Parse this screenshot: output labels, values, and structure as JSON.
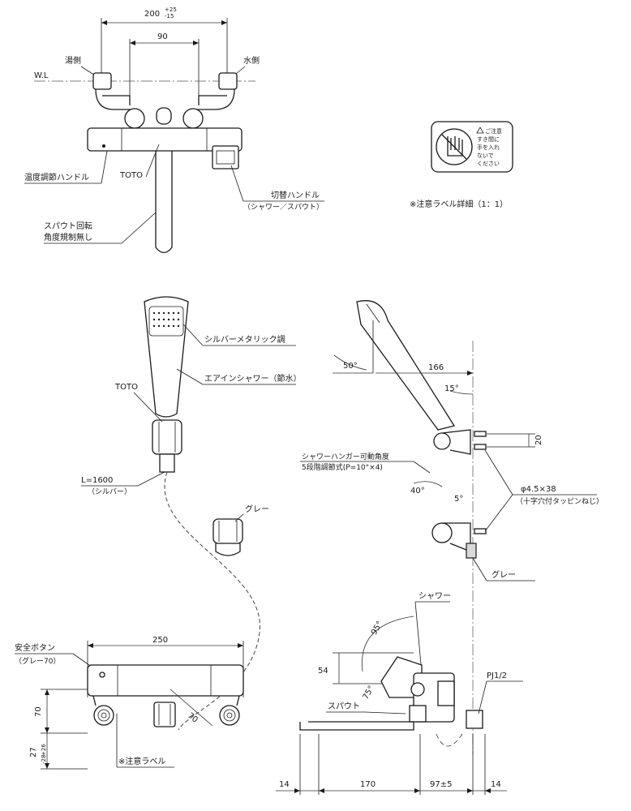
{
  "top_view": {
    "dim_overall": "200",
    "dim_overall_tol_plus": "+25",
    "dim_overall_tol_minus": "-15",
    "dim_center": "90",
    "water_level": "W.L",
    "hot_side": "湯側",
    "cold_side": "水側",
    "temp_handle": "温度調節ハンドル",
    "brand": "TOTO",
    "switch_handle": "切替ハンドル",
    "switch_handle_sub": "（シャワー／スパウト）",
    "spout_rotation_1": "スパウト回転",
    "spout_rotation_2": "角度規制無し"
  },
  "caution_label": {
    "text_lines": [
      "ご注意",
      "すき間に",
      "手を入れ",
      "ないで",
      "ください"
    ],
    "caption": "※注意ラベル詳細（1：1）"
  },
  "shower_head": {
    "finish": "シルバーメタリック調",
    "type": "エアインシャワー（節水）",
    "brand": "TOTO",
    "hose_length": "L=1600",
    "hose_color": "（シルバー）",
    "holder_color": "グレー"
  },
  "side_view": {
    "head_angle": "50°",
    "dim_166": "166",
    "angle_15": "15°",
    "dim_20": "20",
    "hanger_label_1": "シャワーハンガー可動角度",
    "hanger_label_2": "5段階調節式(P=10°×4)",
    "angle_40": "40°",
    "angle_5": "5°",
    "screw_label_1": "φ4.5×38",
    "screw_label_2": "（十字穴付タッピンねじ）",
    "grey": "グレー",
    "shower": "シャワー",
    "angle_95": "95°",
    "dim_54": "54",
    "angle_75": "75°",
    "spout": "スパウト",
    "pipe": "PJ1/2",
    "dim_14_left": "14",
    "dim_170": "170",
    "dim_97": "97±5",
    "dim_14_right": "14"
  },
  "front_view": {
    "safety_button": "安全ボタン",
    "safety_color": "（グレー70）",
    "dim_250": "250",
    "dim_70_left": "70",
    "dim_70_diag": "70",
    "dim_27": "27",
    "dim_27_tol_plus": "+26",
    "dim_27_tol_minus": "-28",
    "caution_ref": "※注意ラベル"
  }
}
